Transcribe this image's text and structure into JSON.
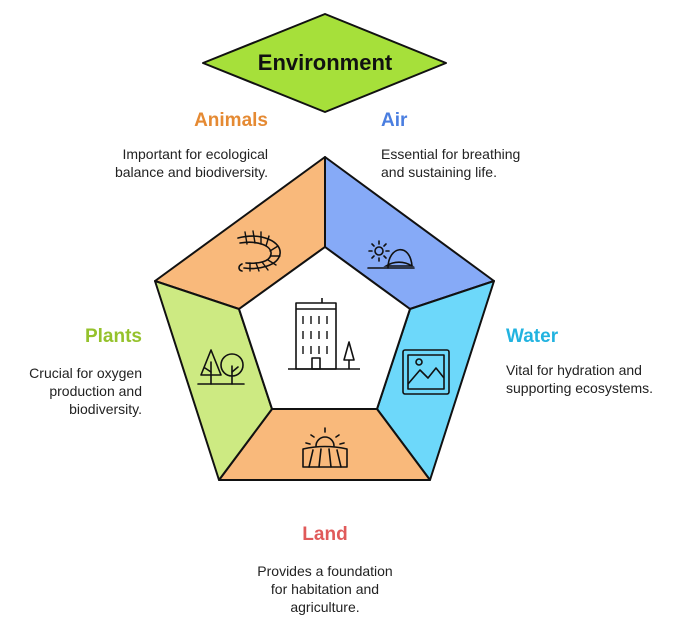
{
  "title": "Environment",
  "colors": {
    "title_fill": "#a6e03a",
    "animals": "#f9b97b",
    "air": "#86aaf7",
    "water": "#6dd8fa",
    "land": "#f9b97b",
    "plants": "#cdea82",
    "animals_text": "#e58a33",
    "air_text": "#4a7ee0",
    "water_text": "#22b3e0",
    "land_text": "#e05a5a",
    "plants_text": "#95c22c"
  },
  "sections": {
    "animals": {
      "label": "Animals",
      "desc_lines": [
        "Important for ecological",
        "balance and biodiversity."
      ],
      "icon": "centipede-icon"
    },
    "air": {
      "label": "Air",
      "desc_lines": [
        "Essential for breathing",
        "and sustaining life."
      ],
      "icon": "sun-dome-icon"
    },
    "water": {
      "label": "Water",
      "desc_lines": [
        "Vital for hydration and",
        "supporting ecosystems."
      ],
      "icon": "landscape-picture-icon"
    },
    "land": {
      "label": "Land",
      "desc_lines": [
        "Provides a foundation",
        "for habitation and",
        "agriculture."
      ],
      "icon": "sunrise-field-icon"
    },
    "plants": {
      "label": "Plants",
      "desc_lines": [
        "Crucial for oxygen",
        "production and",
        "biodiversity."
      ],
      "icon": "trees-icon"
    }
  },
  "center_icon": "building-icon"
}
